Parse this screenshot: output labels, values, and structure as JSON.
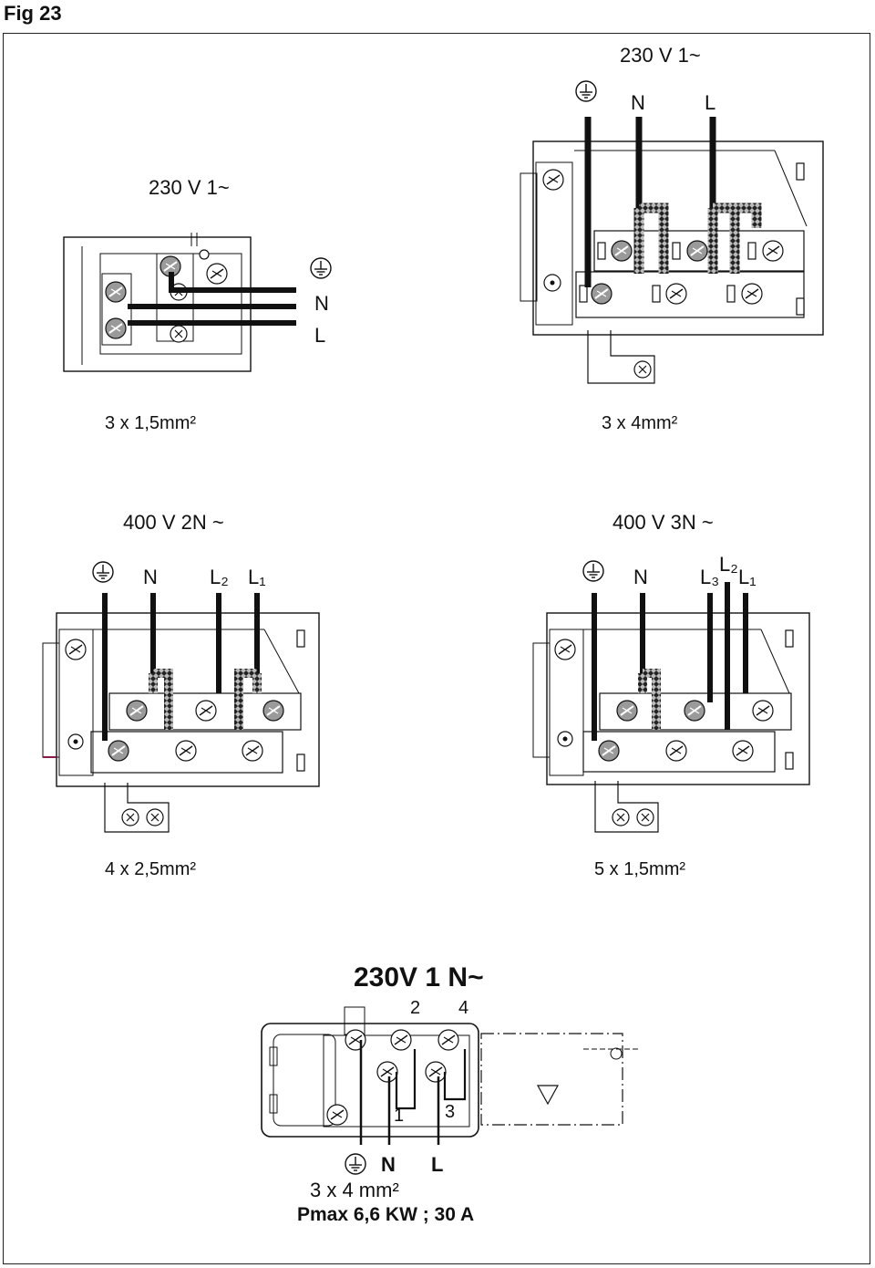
{
  "figure_title": "Fig 23",
  "panels": {
    "p1": {
      "voltage": "230 V  1~",
      "labels": [
        "N",
        "L"
      ],
      "cable": "3 x 1,5mm²"
    },
    "p2": {
      "voltage": "230 V  1~",
      "labels": [
        "N",
        "L"
      ],
      "cable": "3 x 4mm²"
    },
    "p3": {
      "voltage": "400 V  2N ~",
      "labels": [
        "N",
        "L₂",
        "L₁"
      ],
      "cable": "4 x 2,5mm²"
    },
    "p4": {
      "voltage": "400 V  3N ~",
      "labels": [
        "N",
        "L₃",
        "L₂",
        "L₁"
      ],
      "cable": "5 x 1,5mm²"
    },
    "p5": {
      "voltage": "230V  1 N~",
      "labels": [
        "N",
        "L"
      ],
      "terminals": [
        "2",
        "4",
        "1",
        "3"
      ],
      "cable": "3 x 4 mm²",
      "rating": "Pmax 6,6 KW ; 30 A"
    }
  },
  "icons": [
    "ground-icon",
    "screw-icon"
  ]
}
